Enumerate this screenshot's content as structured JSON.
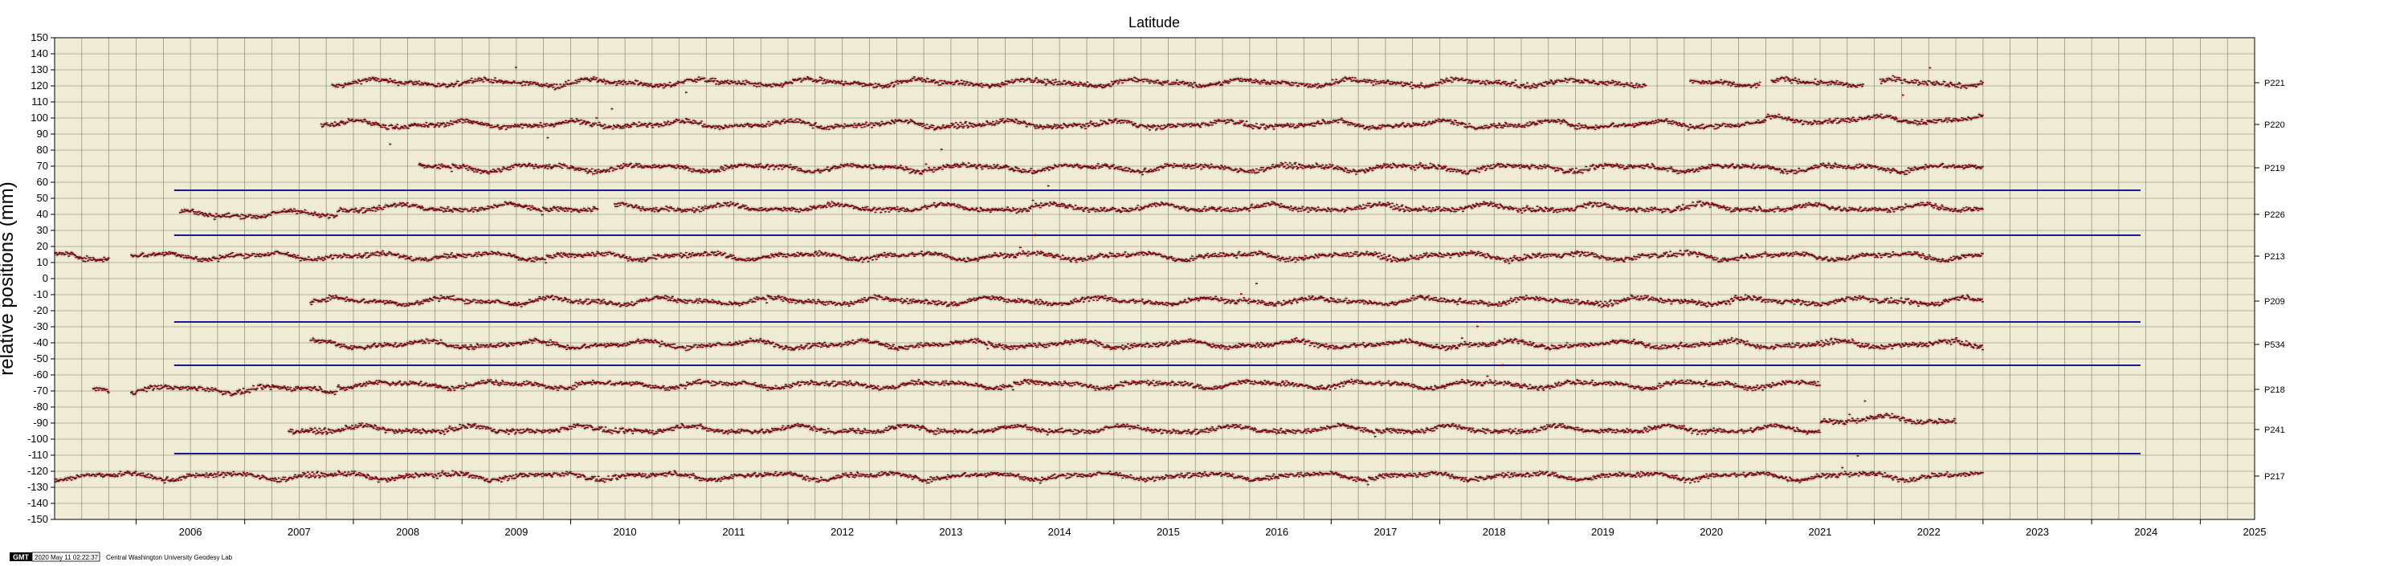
{
  "chart_data": {
    "type": "scatter",
    "title": "Latitude",
    "ylabel": "relative positions (mm)",
    "xlim": [
      2005.25,
      2025.5
    ],
    "ylim": [
      -150,
      150
    ],
    "x_ticks": [
      "2006",
      "2007",
      "2008",
      "2009",
      "2010",
      "2011",
      "2012",
      "2013",
      "2014",
      "2015",
      "2016",
      "2017",
      "2018",
      "2019",
      "2020",
      "2021",
      "2022",
      "2023",
      "2024",
      "2025"
    ],
    "y_ticks": [
      150,
      140,
      130,
      120,
      110,
      100,
      90,
      80,
      70,
      60,
      50,
      40,
      30,
      20,
      10,
      0,
      -10,
      -20,
      -30,
      -40,
      -50,
      -60,
      -70,
      -80,
      -90,
      -100,
      -110,
      -120,
      -130,
      -140,
      -150
    ],
    "grid": true,
    "series": [
      {
        "name": "P221",
        "offset": 122,
        "start": 2007.8,
        "end": 2023.0,
        "gaps": [
          [
            2019.9,
            2020.3
          ],
          [
            2020.95,
            2021.05
          ],
          [
            2021.9,
            2022.05
          ]
        ],
        "steps": []
      },
      {
        "name": "P220",
        "offset": 96,
        "start": 2007.7,
        "end": 2023.0,
        "gaps": [],
        "steps": [
          [
            2021.0,
            3
          ]
        ]
      },
      {
        "name": "P219",
        "offset": 69,
        "start": 2008.6,
        "end": 2023.0,
        "gaps": [],
        "steps": []
      },
      {
        "name": "P226",
        "offset": 40,
        "start": 2006.4,
        "end": 2023.0,
        "gaps": [
          [
            2010.25,
            2010.4
          ]
        ],
        "steps": [
          [
            2007.85,
            4
          ]
        ]
      },
      {
        "name": "P213",
        "offset": 14,
        "start": 2005.25,
        "end": 2023.0,
        "gaps": [
          [
            2005.75,
            2005.95
          ]
        ],
        "steps": []
      },
      {
        "name": "P209",
        "offset": -14,
        "start": 2007.6,
        "end": 2023.0,
        "gaps": [],
        "steps": []
      },
      {
        "name": "P534",
        "offset": -41,
        "start": 2007.6,
        "end": 2023.0,
        "gaps": [],
        "steps": []
      },
      {
        "name": "P218",
        "offset": -69,
        "start": 2005.6,
        "end": 2021.5,
        "gaps": [
          [
            2005.75,
            2005.95
          ]
        ],
        "steps": [
          [
            2007.85,
            3
          ]
        ]
      },
      {
        "name": "P241",
        "offset": -94,
        "start": 2007.4,
        "end": 2022.75,
        "gaps": [],
        "steps": [
          [
            2021.5,
            6
          ]
        ]
      },
      {
        "name": "P217",
        "offset": -123,
        "start": 2005.25,
        "end": 2023.0,
        "gaps": [],
        "steps": []
      }
    ],
    "reference_lines": [
      {
        "y": 55,
        "x_start": 2006.35,
        "x_end": 2024.45
      },
      {
        "y": 27,
        "x_start": 2006.35,
        "x_end": 2024.45
      },
      {
        "y": -27,
        "x_start": 2006.35,
        "x_end": 2024.45
      },
      {
        "y": -54,
        "x_start": 2006.35,
        "x_end": 2024.45
      },
      {
        "y": -109,
        "x_start": 2006.35,
        "x_end": 2024.45
      }
    ],
    "colors": {
      "plot_background": "#efebd5",
      "grid": "#7a7a6a",
      "data": "#7a0a0a",
      "error_band": "#b8b8b0",
      "reference_line": "#1a1a8c"
    }
  },
  "footer": {
    "logo": "GMT",
    "timestamp": "2020 May 11 02:22:37",
    "credit": "Central Washington University Geodesy Lab"
  }
}
